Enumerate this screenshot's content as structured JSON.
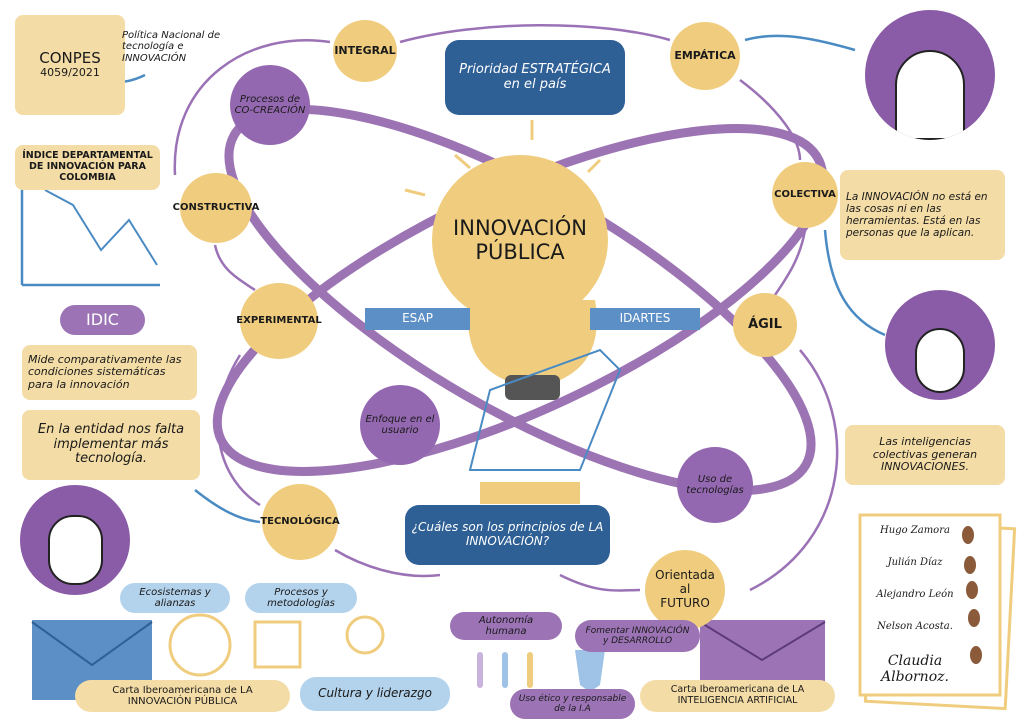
{
  "title": {
    "line1": "INNOVACIÓN",
    "line2": "PÚBLICA"
  },
  "conpes": {
    "name": "CONPES",
    "number": "4059/2021",
    "policy": "Política Nacional de tecnología e INNOVACIÓN"
  },
  "priority": "Prioridad ESTRATÉGICA en el país",
  "principles": [
    "INTEGRAL",
    "EMPÁTICA",
    "CONSTRUCTIVA",
    "COLECTIVA",
    "EXPERIMENTAL",
    "ÁGIL",
    "TECNOLÓGICA"
  ],
  "future": {
    "l1": "Orientada",
    "l2": "al",
    "l3": "FUTURO"
  },
  "orbit_nodes": {
    "cocreacion": "Procesos de CO-CREACIÓN",
    "usuario": "Enfoque en el usuario",
    "tecnologias": "Uso de tecnologías"
  },
  "index": {
    "title": "ÍNDICE DEPARTAMENTAL DE INNOVACIÓN PARA COLOMBIA",
    "chart_values": [
      6,
      5,
      2,
      4,
      1
    ]
  },
  "idic": {
    "label": "IDIC",
    "desc": "Mide comparativamente las condiciones sistemáticas para la innovación"
  },
  "quotes": {
    "left": "En la entidad nos falta implementar más tecnología.",
    "right_top": "La INNOVACIÓN no está en las cosas ni en las herramientas. Está en las personas que la aplican.",
    "right_bottom": "Las inteligencias colectivas generan INNOVACIONES."
  },
  "logos": {
    "esap": "ESAP",
    "idartes": "IDARTES"
  },
  "question": "¿Cuáles son los principios de LA INNOVACIÓN?",
  "bottom_left": {
    "ecosistemas": "Ecosistemas y alianzas",
    "procesos": "Procesos y metodologías",
    "carta": "Carta Iberoamericana de LA INNOVACIÓN PÚBLICA",
    "cultura": "Cultura y liderazgo"
  },
  "bottom_right": {
    "autonomia": "Autonomía humana",
    "fomentar": "Fomentar INNOVACIÓN y DESARROLLO",
    "uso_etico": "Uso ético y responsable de la I.A",
    "carta": "Carta Iberoamericana de LA INTELIGENCIA ARTIFICIAL"
  },
  "signatures": [
    "Hugo Zamora",
    "Julián Díaz",
    "Alejandro León",
    "Nelson Acosta.",
    "Claudia Albornoz."
  ],
  "colors": {
    "yellow": "#f0cd7e",
    "purple": "#9468b0",
    "blue": "#2e5f95",
    "lightblue": "#b3d2ec"
  }
}
